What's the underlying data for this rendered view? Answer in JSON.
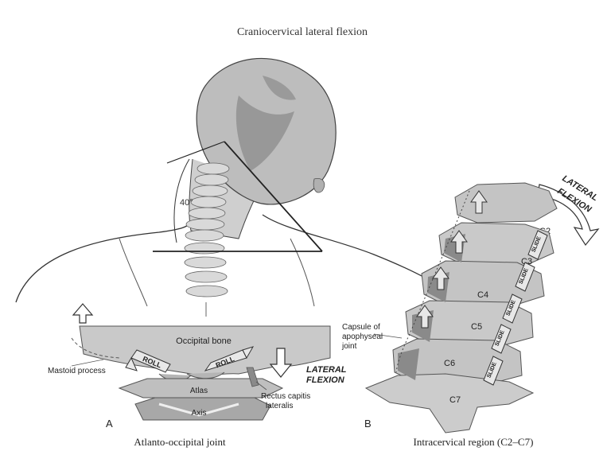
{
  "title": "Craniocervical lateral flexion",
  "top_figure": {
    "angle_label": "40°"
  },
  "panel_a": {
    "letter": "A",
    "caption": "Atlanto-occipital joint",
    "labels": {
      "occipital_bone": "Occipital bone",
      "mastoid_process": "Mastoid process",
      "roll": "ROLL",
      "atlas": "Atlas",
      "axis": "Axis",
      "lateral": "LATERAL",
      "flexion": "FLEXION",
      "rectus_line1": "Rectus capitis",
      "rectus_line2": "lateralis"
    }
  },
  "panel_b": {
    "letter": "B",
    "caption": "Intracervical region (C2–C7)",
    "lateral": "LATERAL",
    "flexion": "FLEXION",
    "capsule_line1": "Capsule of",
    "capsule_line2": "apophyseal",
    "capsule_line3": "joint",
    "slide": "SLIDE",
    "vertebrae": [
      "C2",
      "C3",
      "C4",
      "C5",
      "C6",
      "C7"
    ]
  },
  "colors": {
    "line": "#333333",
    "head_fill": "#bdbdbd",
    "head_shadow": "#8f8f8f",
    "bone_fill": "#c9c9c9",
    "bone_dark": "#8a8a8a",
    "arrow_fill": "#e8e8e8"
  }
}
